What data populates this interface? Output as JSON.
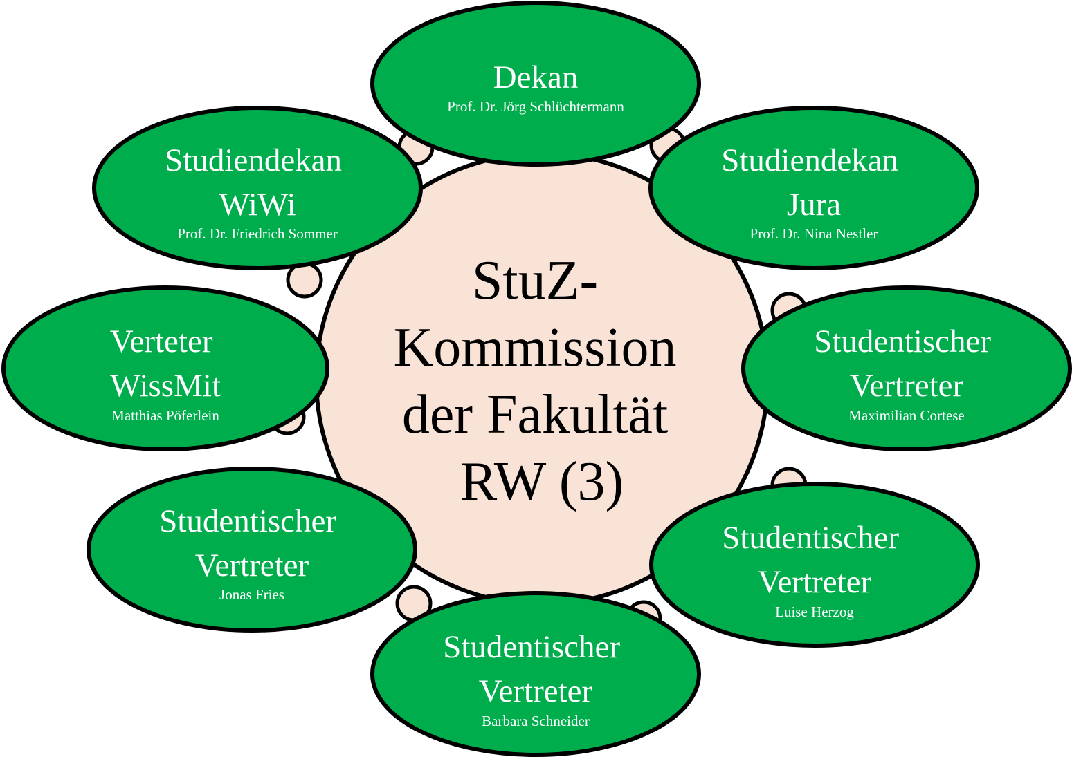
{
  "colors": {
    "table_fill": "#f9e3d7",
    "member_fill": "#00ad4d",
    "outline": "#000000",
    "member_text": "#ffffff",
    "center_text": "#000000"
  },
  "center": {
    "lines": [
      "StuZ-",
      "Kommission",
      "der Fakultät",
      "RW (3)"
    ]
  },
  "members": [
    {
      "id": "dekan",
      "role_lines": [
        "Dekan"
      ],
      "person": "Prof. Dr. Jörg Schlüchtermann"
    },
    {
      "id": "studiendekan-jura",
      "role_lines": [
        "Studiendekan",
        "Jura"
      ],
      "person": "Prof. Dr. Nina Nestler"
    },
    {
      "id": "studentischer-vertreter-cortese",
      "role_lines": [
        "Studentischer",
        "Vertreter"
      ],
      "person": "Maximilian  Cortese"
    },
    {
      "id": "studentischer-vertreter-herzog",
      "role_lines": [
        "Studentischer",
        "Vertreter"
      ],
      "person": "Luise Herzog"
    },
    {
      "id": "studentischer-vertreter-schneider",
      "role_lines": [
        "Studentischer",
        "Vertreter"
      ],
      "person": "Barbara Schneider"
    },
    {
      "id": "studentischer-vertreter-fries",
      "role_lines": [
        "Studentischer",
        "Vertreter"
      ],
      "person": "Jonas Fries"
    },
    {
      "id": "verteter-wissmit",
      "role_lines": [
        "Verteter",
        "WissMit"
      ],
      "person": "Matthias Pöferlein"
    },
    {
      "id": "studiendekan-wiwi",
      "role_lines": [
        "Studiendekan",
        "WiWi"
      ],
      "person": "Prof. Dr. Friedrich Sommer"
    }
  ]
}
